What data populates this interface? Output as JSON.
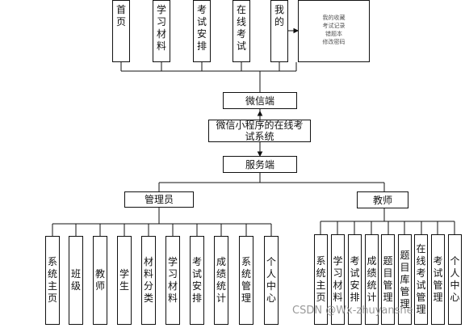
{
  "top_menu": [
    {
      "label": "首页"
    },
    {
      "label": "学习材料"
    },
    {
      "label": "考试安排"
    },
    {
      "label": "在线考试"
    },
    {
      "label": "我的"
    }
  ],
  "my_page_note": [
    "我的收藏",
    "考试记录",
    "错题本",
    "修改密码"
  ],
  "wechat_end": "微信端",
  "system_name": "微信小程序的在线考试系统",
  "server_end": "服务端",
  "admin_label": "管理员",
  "teacher_label": "教师",
  "admin_modules": [
    {
      "label": "系统主页"
    },
    {
      "label": "班级"
    },
    {
      "label": "教师"
    },
    {
      "label": "学生"
    },
    {
      "label": "材料分类"
    },
    {
      "label": "学习材料"
    },
    {
      "label": "考试安排"
    },
    {
      "label": "成绩统计"
    },
    {
      "label": "系统管理"
    },
    {
      "label": "个人中心"
    }
  ],
  "teacher_modules": [
    {
      "label": "系统主页"
    },
    {
      "label": "学习材料"
    },
    {
      "label": "考试安排"
    },
    {
      "label": "成绩统计"
    },
    {
      "label": "题目管理"
    },
    {
      "label": "题目库管理"
    },
    {
      "label": "在线考试管理"
    },
    {
      "label": "考试管理"
    },
    {
      "label": "个人中心"
    }
  ],
  "watermark": "CSDN @Wx-zhuyanshe"
}
